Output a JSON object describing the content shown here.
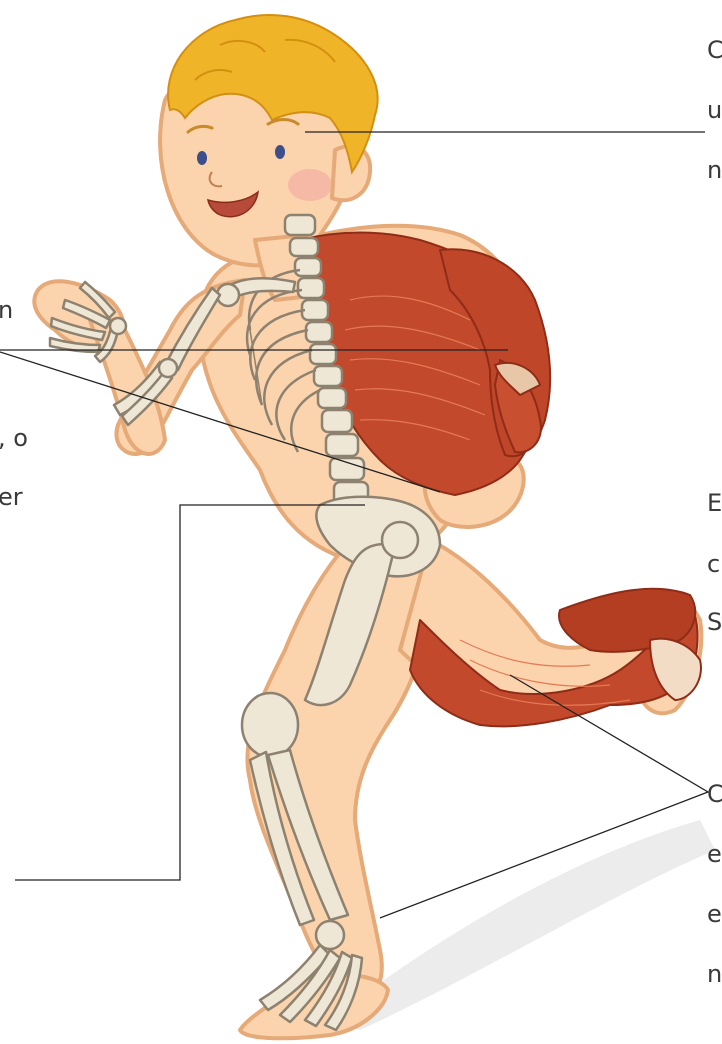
{
  "colors": {
    "hair": "#f0b429",
    "skin": "#fbd3ad",
    "skin_outline": "#e6a978",
    "bone": "#efe7d6",
    "bone_outline": "#8d8170",
    "muscle": "#c2492b",
    "muscle_dark": "#8f2c17",
    "tendon": "#f3dcc6",
    "leader_line": "#222222",
    "text": "#3a3a3a",
    "shadow": "#e8e8e8"
  },
  "labels": {
    "top_right": [
      "C",
      "u",
      "n"
    ],
    "left": [
      "n",
      ", o",
      "er"
    ],
    "mid_right": [
      "E",
      "c",
      "S"
    ],
    "bottom_right": [
      "C",
      "e",
      "e",
      "n"
    ]
  }
}
